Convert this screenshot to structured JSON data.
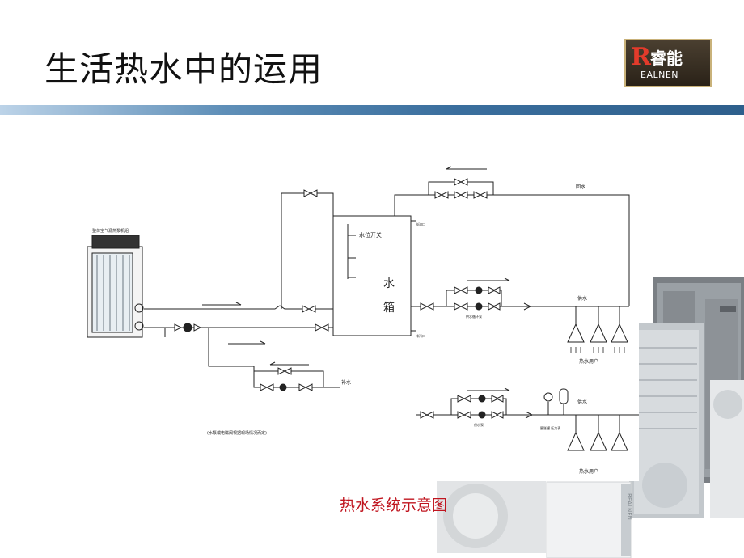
{
  "slide": {
    "title": "生活热水中的运用"
  },
  "logo": {
    "mark": "R",
    "name_cn": "睿能",
    "name_en": "EALNEN"
  },
  "product_unit_brand": "REALNEN",
  "diagram": {
    "unit_label": "整体空气源热泵机组",
    "float_switch_label": "水位开关",
    "tank_label_1": "水",
    "tank_label_2": "箱",
    "tank_top_label": "溢流口",
    "tank_bottom_label": "排污口",
    "return_label": "回水",
    "supply_label_upper": "供水",
    "users_label_upper": "热水用户",
    "pump_note_upper": "供水循环泵",
    "supply_label_lower": "供水",
    "users_label_lower": "热水用户",
    "pump_note_lower": "供水泵",
    "expansion_label": "膨胀罐\n压力表",
    "feed_label": "补水",
    "footnote": "(水泵或电磁阀根据现场情况而定)"
  },
  "caption": "热水系统示意图",
  "colors": {
    "title_bar": "#3b6f9e",
    "caption": "#c0151f",
    "logo_mark": "#e23b2b"
  }
}
